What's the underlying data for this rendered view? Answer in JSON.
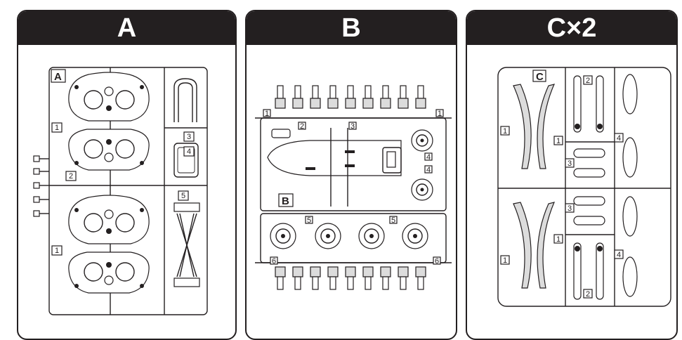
{
  "panels": [
    {
      "header": "A",
      "frame_label": "A",
      "parts": [
        "1",
        "2",
        "3",
        "4",
        "5",
        "1"
      ]
    },
    {
      "header": "B",
      "frame_label": "B",
      "parts": [
        "1",
        "1",
        "2",
        "3",
        "4",
        "4",
        "5",
        "5",
        "6",
        "6"
      ]
    },
    {
      "header": "C×2",
      "frame_label": "C",
      "parts": [
        "1",
        "1",
        "2",
        "3",
        "4",
        "1",
        "1",
        "3",
        "4",
        "2"
      ]
    }
  ],
  "colors": {
    "ink": "#231f20",
    "paper": "#ffffff"
  }
}
